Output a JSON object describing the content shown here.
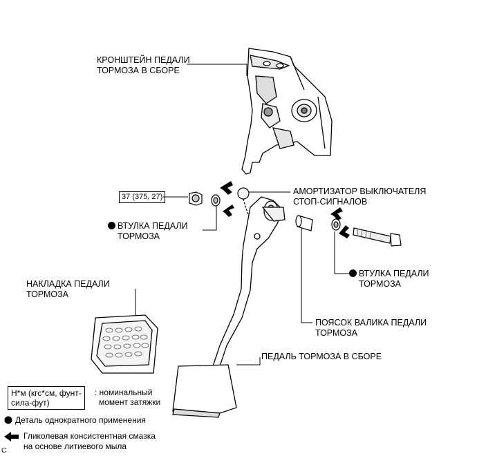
{
  "labels": {
    "bracket": [
      "КРОНШТЕЙН ПЕДАЛИ",
      "ТОРМОЗА В СБОРЕ"
    ],
    "damper": [
      "АМОРТИЗАТОР ВЫКЛЮЧАТЕЛЯ",
      "СТОП-СИГНАЛОВ"
    ],
    "bushing_left": [
      "ВТУЛКА ПЕДАЛИ",
      "ТОРМОЗА"
    ],
    "bushing_right": [
      "ВТУЛКА ПЕДАЛИ",
      "ТОРМОЗА"
    ],
    "pad": [
      "НАКЛАДКА ПЕДАЛИ",
      "ТОРМОЗА"
    ],
    "collar": [
      "ПОЯСОК ВАЛИКА ПЕДАЛИ",
      "ТОРМОЗА"
    ],
    "pedal": "ПЕДАЛЬ ТОРМОЗА В СБОРЕ",
    "torque": "37 (375, 27)"
  },
  "legend": {
    "torque_box": [
      "Н*м (кгс*см, фунт-",
      "сила-фут)"
    ],
    "torque_desc": [
      ": номинальный",
      "момент затяжки"
    ],
    "one_time": "Деталь однократного применения",
    "grease": [
      "Гликолевая консистентная смазка",
      "на основе литиевого мыла"
    ]
  },
  "corner_mark": "C"
}
